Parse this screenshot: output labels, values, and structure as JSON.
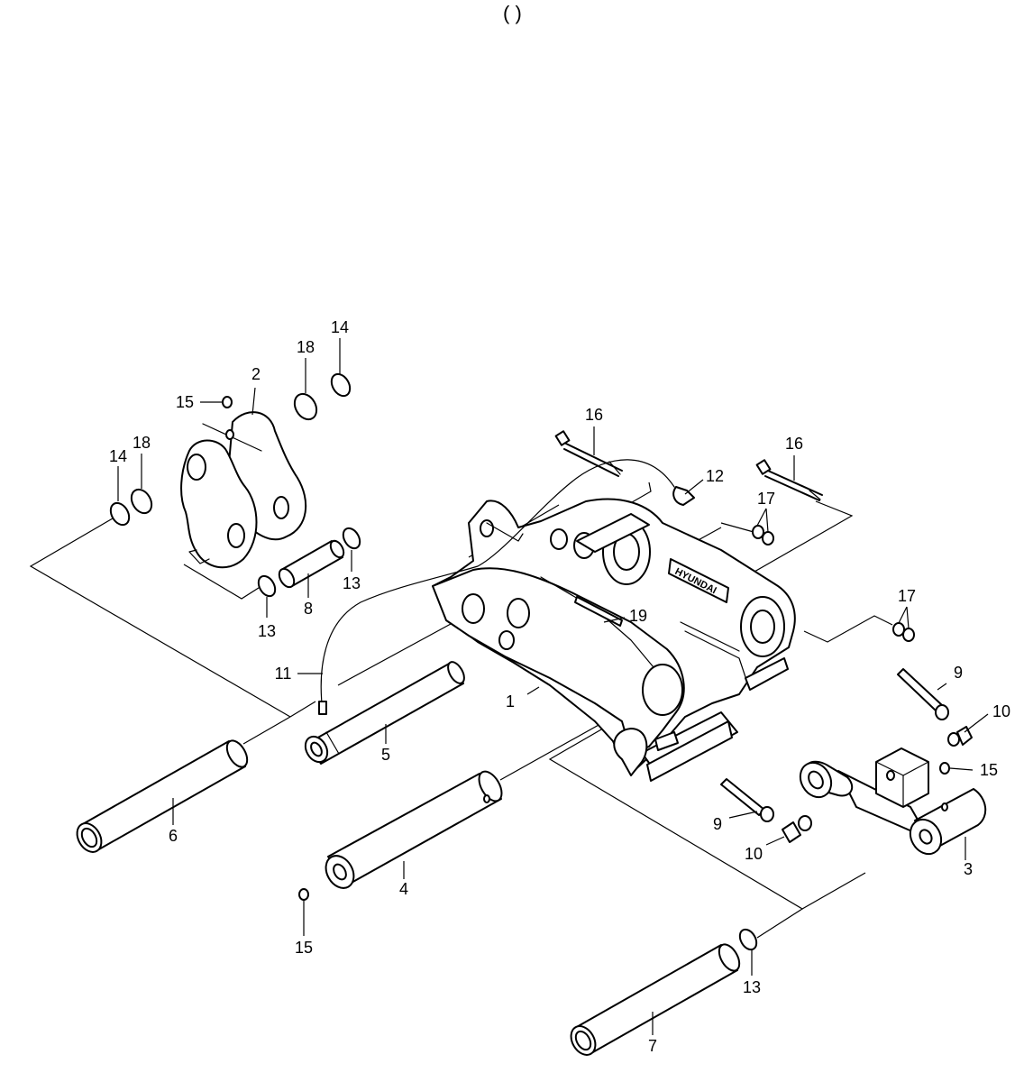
{
  "header_fragment": "(                                )",
  "brand_plate": "HYUNDAI",
  "callouts": [
    {
      "id": "c1",
      "label": "1"
    },
    {
      "id": "c2",
      "label": "2"
    },
    {
      "id": "c3",
      "label": "3"
    },
    {
      "id": "c4",
      "label": "4"
    },
    {
      "id": "c5",
      "label": "5"
    },
    {
      "id": "c6",
      "label": "6"
    },
    {
      "id": "c7",
      "label": "7"
    },
    {
      "id": "c8",
      "label": "8"
    },
    {
      "id": "c9a",
      "label": "9"
    },
    {
      "id": "c9b",
      "label": "9"
    },
    {
      "id": "c10a",
      "label": "10"
    },
    {
      "id": "c10b",
      "label": "10"
    },
    {
      "id": "c11",
      "label": "11"
    },
    {
      "id": "c12",
      "label": "12"
    },
    {
      "id": "c13a",
      "label": "13"
    },
    {
      "id": "c13b",
      "label": "13"
    },
    {
      "id": "c13c",
      "label": "13"
    },
    {
      "id": "c14a",
      "label": "14"
    },
    {
      "id": "c14b",
      "label": "14"
    },
    {
      "id": "c15a",
      "label": "15"
    },
    {
      "id": "c15b",
      "label": "15"
    },
    {
      "id": "c15c",
      "label": "15"
    },
    {
      "id": "c16a",
      "label": "16"
    },
    {
      "id": "c16b",
      "label": "16"
    },
    {
      "id": "c17a",
      "label": "17"
    },
    {
      "id": "c17b",
      "label": "17"
    },
    {
      "id": "c18a",
      "label": "18"
    },
    {
      "id": "c18b",
      "label": "18"
    },
    {
      "id": "c19",
      "label": "19"
    }
  ]
}
